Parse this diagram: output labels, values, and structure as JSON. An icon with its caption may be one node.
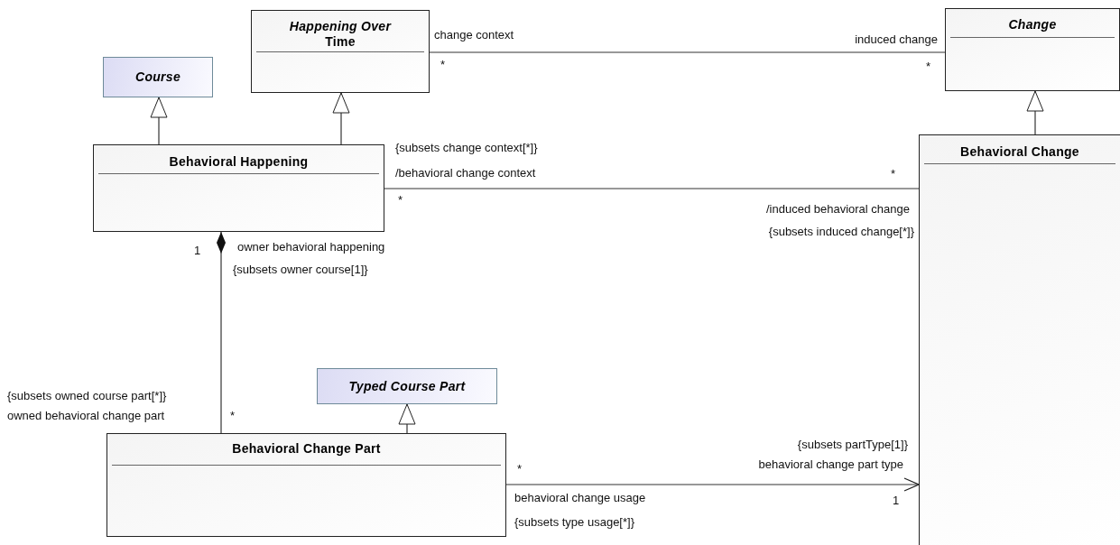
{
  "diagram": {
    "nodes": [
      {
        "text": [
          "Course"
        ]
      },
      {
        "text": [
          "*Happening Over* Time"
        ]
      },
      {
        "text": [
          "Change"
        ]
      },
      {
        "text": [
          "Behavioral Happening"
        ]
      },
      {
        "text": [
          "Behavioral Change"
        ]
      },
      {
        "text": [
          "Typed Course Part"
        ]
      },
      {
        "text": [
          "Behavioral Change Part"
        ]
      }
    ],
    "edges": [
      {
        "from": 3,
        "to": 0,
        "arrow": "to"
      },
      {
        "from": 3,
        "to": 1,
        "arrow": "to"
      },
      {
        "from": 4,
        "to": 2,
        "arrow": "to"
      },
      {
        "from": 6,
        "to": 5,
        "arrow": "to"
      },
      {
        "from": 1,
        "to": 2,
        "arrow": "none"
      },
      {
        "from": 3,
        "to": 4,
        "arrow": "none"
      },
      {
        "from": 3,
        "to": 6,
        "arrow": "other"
      },
      {
        "from": 6,
        "to": 4,
        "arrow": "to"
      }
    ],
    "labels": [
      "change context",
      "*",
      "induced change",
      "*",
      "{subsets change context[*]}",
      "/behavioral change context",
      "*",
      "*",
      "/induced behavioral change",
      "{subsets induced change[*]}",
      "1",
      "owner behavioral happening",
      "{subsets owner course[1]}",
      "{subsets owned course part[*]}",
      "owned behavioral change part",
      "*",
      "*",
      "{subsets partType[1]}",
      "behavioral change part type",
      "behavioral change usage",
      "1",
      "{subsets type usage[*]}"
    ]
  }
}
